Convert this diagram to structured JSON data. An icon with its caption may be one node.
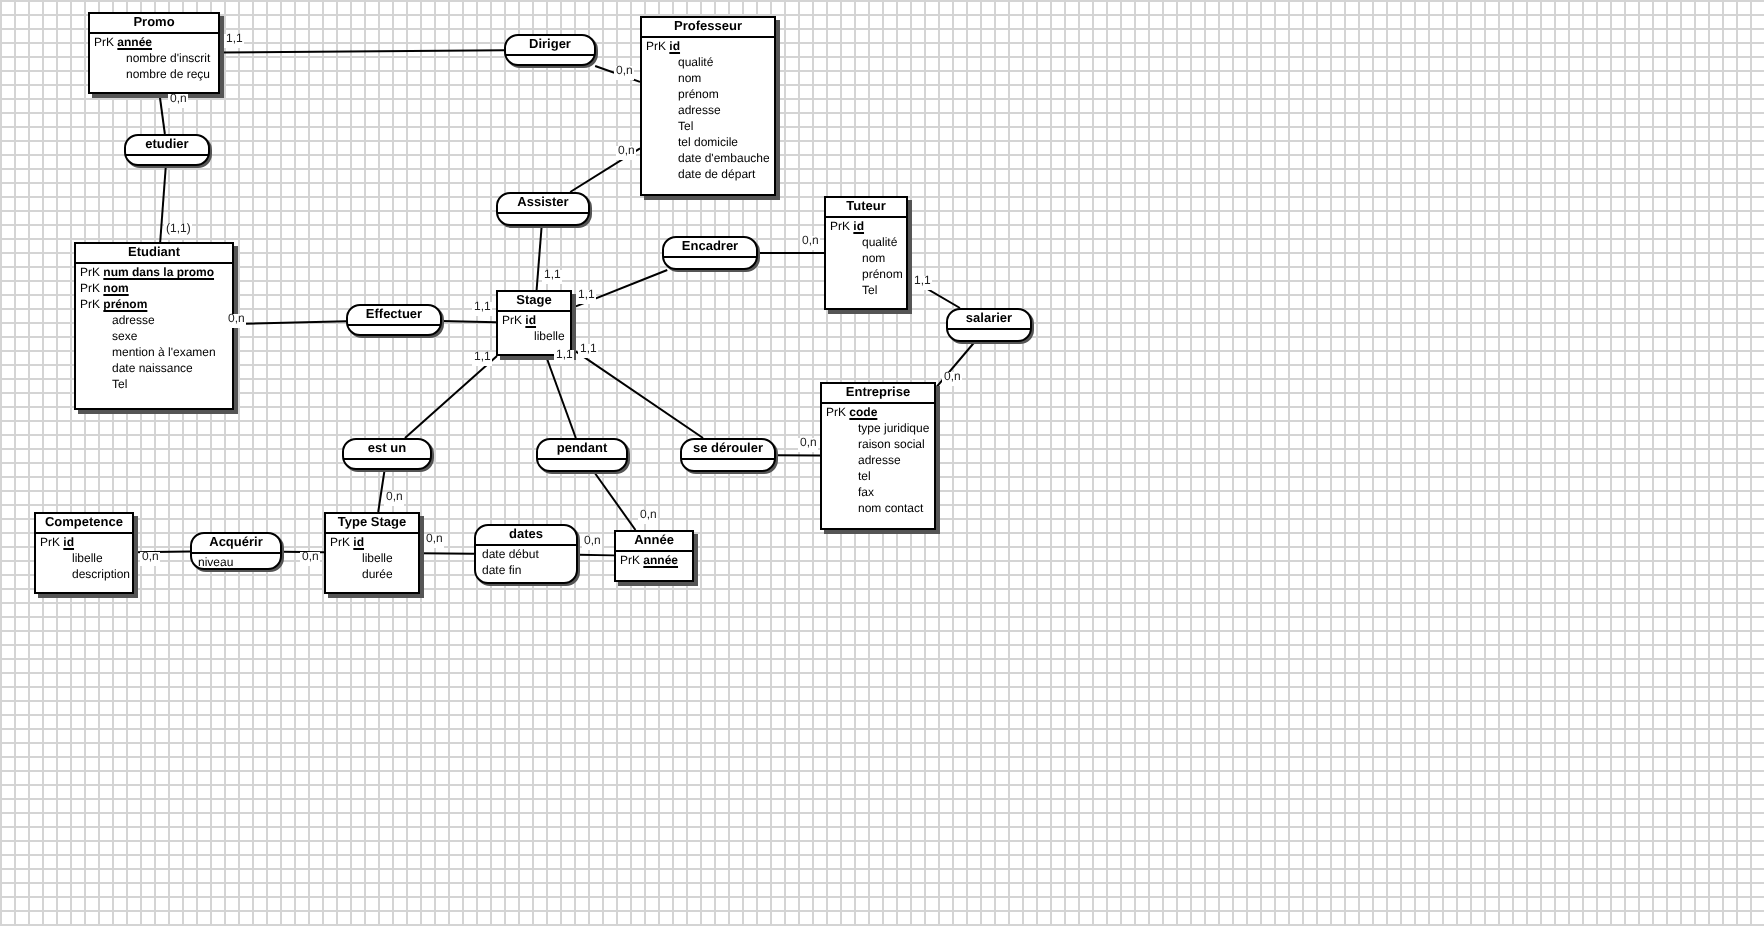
{
  "diagram": {
    "nodes": [
      {
        "text": [
          "Promo",
          "PrK **année**",
          "nombre d'inscrit",
          "nombre de reçu"
        ]
      },
      {
        "text": [
          "Diriger"
        ]
      },
      {
        "text": [
          "Professeur",
          "PrK **id**",
          "qualité",
          "nom",
          "prénom",
          "adresse",
          "Tel",
          "tel domicile",
          "date d'embauche",
          "date de départ"
        ]
      },
      {
        "text": [
          "etudier"
        ]
      },
      {
        "text": [
          "Assister"
        ]
      },
      {
        "text": [
          "Tuteur",
          "PrK **id**",
          "qualité",
          "nom",
          "prénom",
          "Tel"
        ]
      },
      {
        "text": [
          "Encadrer"
        ]
      },
      {
        "text": [
          "Etudiant",
          "PrK **num dans la promo**",
          "PrK **nom**",
          "PrK **prénom**",
          "adresse",
          "sexe",
          "mention à l'examen",
          "date naissance",
          "Tel"
        ]
      },
      {
        "text": [
          "Effectuer"
        ]
      },
      {
        "text": [
          "Stage",
          "PrK **id**",
          "libelle"
        ]
      },
      {
        "text": [
          "salarier"
        ]
      },
      {
        "text": [
          "Entreprise",
          "PrK **code**",
          "type juridique",
          "raison social",
          "adresse",
          "tel",
          "fax",
          "nom contact"
        ]
      },
      {
        "text": [
          "est un"
        ]
      },
      {
        "text": [
          "pendant"
        ]
      },
      {
        "text": [
          "se dérouler"
        ]
      },
      {
        "text": [
          "Competence",
          "PrK **id**",
          "libelle",
          "description"
        ]
      },
      {
        "text": [
          "Acquérir",
          "niveau"
        ]
      },
      {
        "text": [
          "Type Stage",
          "PrK **id**",
          "libelle",
          "durée"
        ]
      },
      {
        "text": [
          "dates",
          "date début",
          "date fin"
        ]
      },
      {
        "text": [
          "Année",
          "PrK **année**"
        ]
      }
    ],
    "edges": [
      {
        "from": 1,
        "to": 0,
        "arrow": "none",
        "label": "1,1"
      },
      {
        "from": 1,
        "to": 2,
        "arrow": "none",
        "label": "0,n"
      },
      {
        "from": 3,
        "to": 0,
        "arrow": "none",
        "label": "0,n"
      },
      {
        "from": 3,
        "to": 7,
        "arrow": "none",
        "label": "(1,1)"
      },
      {
        "from": 4,
        "to": 2,
        "arrow": "none",
        "label": "0,n"
      },
      {
        "from": 4,
        "to": 9,
        "arrow": "none",
        "label": "1,1"
      },
      {
        "from": 6,
        "to": 9,
        "arrow": "none",
        "label": "1,1"
      },
      {
        "from": 6,
        "to": 5,
        "arrow": "none",
        "label": "0,n"
      },
      {
        "from": 10,
        "to": 5,
        "arrow": "none",
        "label": "1,1"
      },
      {
        "from": 10,
        "to": 11,
        "arrow": "none",
        "label": "0,n"
      },
      {
        "from": 8,
        "to": 7,
        "arrow": "none",
        "label": "0,n"
      },
      {
        "from": 8,
        "to": 9,
        "arrow": "none",
        "label": "1,1"
      },
      {
        "from": 12,
        "to": 9,
        "arrow": "none",
        "label": "1,1"
      },
      {
        "from": 12,
        "to": 17,
        "arrow": "none",
        "label": "0,n"
      },
      {
        "from": 13,
        "to": 9,
        "arrow": "none",
        "label": "1,1"
      },
      {
        "from": 13,
        "to": 19,
        "arrow": "none",
        "label": "0,n"
      },
      {
        "from": 14,
        "to": 9,
        "arrow": "none",
        "label": "1,1"
      },
      {
        "from": 14,
        "to": 11,
        "arrow": "none",
        "label": "0,n"
      },
      {
        "from": 16,
        "to": 15,
        "arrow": "none",
        "label": "0,n"
      },
      {
        "from": 16,
        "to": 17,
        "arrow": "none",
        "label": "0,n"
      },
      {
        "from": 18,
        "to": 17,
        "arrow": "none",
        "label": "0,n"
      },
      {
        "from": 18,
        "to": 19,
        "arrow": "none",
        "label": "0,n"
      }
    ]
  }
}
